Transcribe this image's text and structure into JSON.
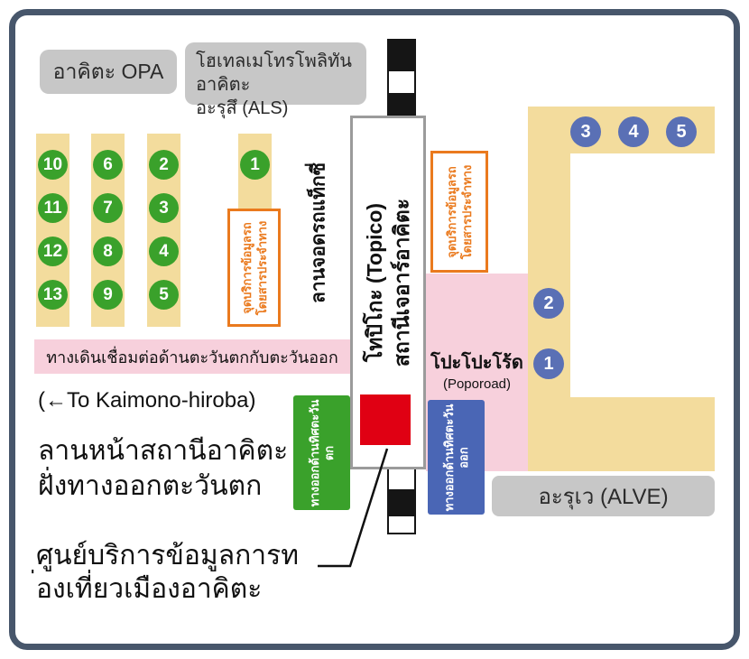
{
  "colors": {
    "frame": "#47566b",
    "road_yellow": "#f3dc9d",
    "walkway_pink": "#f7d0dc",
    "building_gray": "#c7c7c7",
    "stop_green": "#3aa12b",
    "stop_blue": "#5a70b5",
    "exit_west_green": "#3aa12b",
    "exit_east_blue": "#4a66b5",
    "bus_info_orange": "#ea7a1e",
    "tourist_info_red": "#e00013"
  },
  "buildings": {
    "opa": "อาคิตะ OPA",
    "hotel": {
      "line1": "โฮเทลเมโทรโพลิทันอาคิตะ",
      "line2": "อะรุสึ (ALS)"
    },
    "alve": "อะรุเว (ALVE)",
    "station": {
      "line1": "โทปิโกะ (Topico)",
      "line2": "สถานีเจอาร์อาคิตะ"
    }
  },
  "labels": {
    "taxi_area": "ลานจอดรถแท็กซี่",
    "walkway": "ทางเดินเชื่อมต่อด้านตะวันตกกับตะวันออก",
    "kaimono": "(←To Kaimono-hiroba)",
    "poporoad": {
      "line1": "โปะโปะโร้ด",
      "line2": "(Poporoad)"
    },
    "west_plaza": {
      "line1": "ลานหน้าสถานีอาคิตะ",
      "line2": "ฝั่งทางออกตะวันตก"
    },
    "tourist_info": {
      "line1": "ศูนย์บริการข้อมูลการท",
      "line2": "่องเที่ยวเมืองอาคิตะ"
    }
  },
  "bus_info": {
    "line1": "จุดบริการข้อมูลรถ",
    "line2": "โดยสารประจำทาง"
  },
  "exits": {
    "west": {
      "line1": "ทางออกด้านทิศตะวัน",
      "line2": "ตก"
    },
    "east": {
      "line1": "ทางออกด้านทิศตะวัน",
      "line2": "ออก"
    }
  },
  "west_stops": {
    "col1": [
      "10",
      "11",
      "12",
      "13"
    ],
    "col2": [
      "6",
      "7",
      "8",
      "9"
    ],
    "col3": [
      "2",
      "3",
      "4",
      "5"
    ],
    "col4": [
      "1"
    ]
  },
  "east_stops": {
    "top": [
      "3",
      "4",
      "5"
    ],
    "side": [
      "2",
      "1"
    ]
  }
}
